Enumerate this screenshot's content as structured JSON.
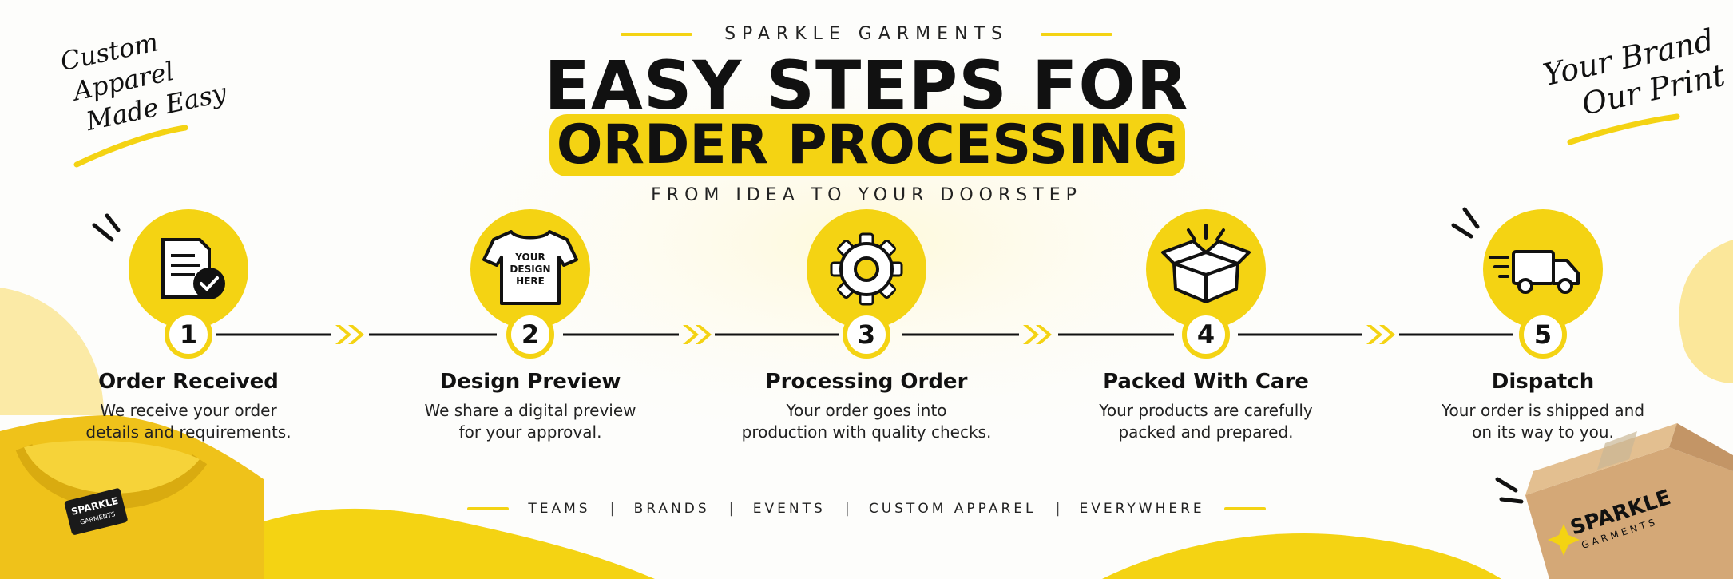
{
  "brand": "SPARKLE GARMENTS",
  "title_line1": "EASY STEPS FOR",
  "title_line2": "ORDER PROCESSING",
  "subtitle": "FROM IDEA TO YOUR DOORSTEP",
  "left_tagline": [
    "Custom",
    "Apparel",
    "Made Easy"
  ],
  "right_tagline": [
    "Your Brand",
    "Our Print"
  ],
  "tshirt_text": [
    "YOUR",
    "DESIGN",
    "HERE"
  ],
  "label_text": [
    "SPARKLE",
    "GARMENTS"
  ],
  "box_text": [
    "SPARKLE",
    "GARMENTS"
  ],
  "steps": [
    {
      "number": "1",
      "title": "Order Received",
      "desc": [
        "We receive your order",
        "details and requirements."
      ],
      "icon": "document-check-icon"
    },
    {
      "number": "2",
      "title": "Design Preview",
      "desc": [
        "We share a digital preview",
        "for your approval."
      ],
      "icon": "tshirt-icon"
    },
    {
      "number": "3",
      "title": "Processing Order",
      "desc": [
        "Your order goes into",
        "production with quality checks."
      ],
      "icon": "gear-icon"
    },
    {
      "number": "4",
      "title": "Packed With Care",
      "desc": [
        "Your products are carefully",
        "packed and prepared."
      ],
      "icon": "open-box-icon"
    },
    {
      "number": "5",
      "title": "Dispatch",
      "desc": [
        "Your order is shipped and",
        "on its way to you."
      ],
      "icon": "delivery-truck-icon"
    }
  ],
  "footer_items": [
    "TEAMS",
    "BRANDS",
    "EVENTS",
    "CUSTOM APPAREL",
    "EVERYWHERE"
  ],
  "colors": {
    "accent": "#f4d313",
    "text": "#111111",
    "background": "#fdfdfb"
  }
}
